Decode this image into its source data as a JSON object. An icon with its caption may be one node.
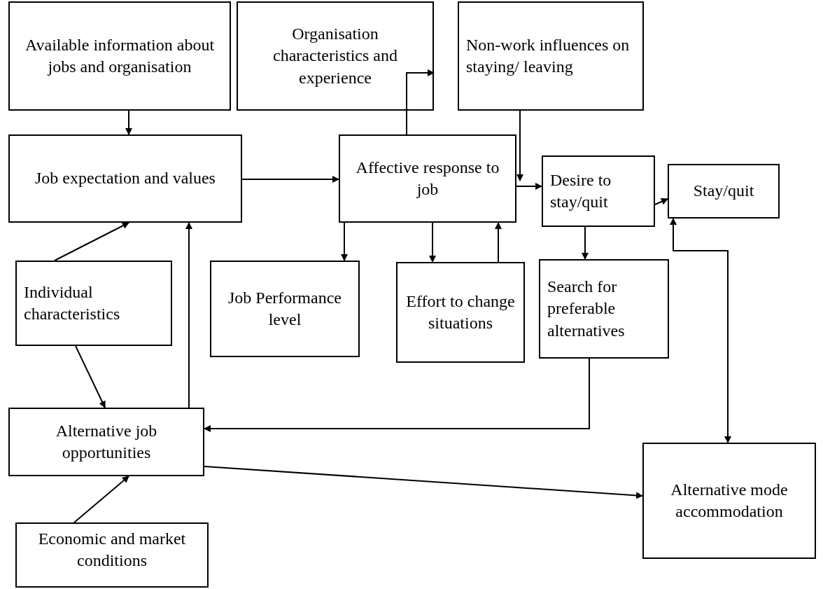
{
  "diagram": {
    "nodes": [
      {
        "text": [
          "Available information about jobs and organisation"
        ]
      },
      {
        "text": [
          "Organisation characteristics and experience"
        ]
      },
      {
        "text": [
          "Non-work influences on staying/ leaving"
        ]
      },
      {
        "text": [
          "Job expectation and values"
        ]
      },
      {
        "text": [
          "Affective response to job"
        ]
      },
      {
        "text": [
          "Desire to stay/quit"
        ]
      },
      {
        "text": [
          "Stay/quit"
        ]
      },
      {
        "text": [
          "Individual characteristics"
        ]
      },
      {
        "text": [
          "Job Performance level"
        ]
      },
      {
        "text": [
          "Effort to change situations"
        ]
      },
      {
        "text": [
          "Search for preferable alternatives"
        ]
      },
      {
        "text": [
          "Alternative job opportunities"
        ]
      },
      {
        "text": [
          "Alternative mode accommodation"
        ]
      },
      {
        "text": [
          "Economic and market conditions"
        ]
      }
    ],
    "edges": [
      {
        "from": 0,
        "to": 3,
        "arrow": "to"
      },
      {
        "from": 4,
        "to": 1,
        "arrow": "to"
      },
      {
        "from": 2,
        "to": 5,
        "arrow": "to"
      },
      {
        "from": 3,
        "to": 4,
        "arrow": "to"
      },
      {
        "from": 4,
        "to": 5,
        "arrow": "to"
      },
      {
        "from": 5,
        "to": 6,
        "arrow": "to"
      },
      {
        "from": 12,
        "to": 6,
        "arrow": "both"
      },
      {
        "from": 4,
        "to": 8,
        "arrow": "to"
      },
      {
        "from": 4,
        "to": 9,
        "arrow": "to"
      },
      {
        "from": 9,
        "to": 4,
        "arrow": "to"
      },
      {
        "from": 5,
        "to": 10,
        "arrow": "to"
      },
      {
        "from": 7,
        "to": 3,
        "arrow": "to"
      },
      {
        "from": 11,
        "to": 3,
        "arrow": "to"
      },
      {
        "from": 7,
        "to": 11,
        "arrow": "to"
      },
      {
        "from": 10,
        "to": 11,
        "arrow": "to"
      },
      {
        "from": 11,
        "to": 12,
        "arrow": "to"
      },
      {
        "from": 13,
        "to": 11,
        "arrow": "to"
      }
    ]
  }
}
